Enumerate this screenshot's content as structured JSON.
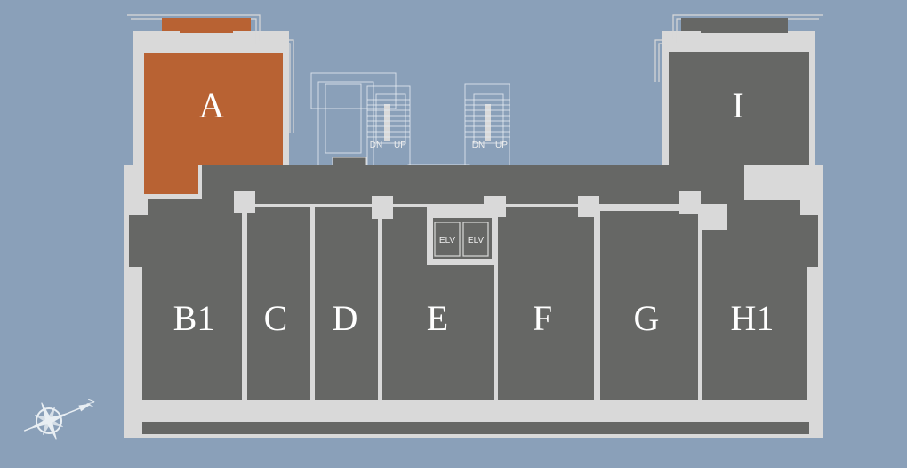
{
  "plan": {
    "selected_unit": "A",
    "units": [
      {
        "id": "A",
        "label": "A"
      },
      {
        "id": "I",
        "label": "I"
      },
      {
        "id": "B1",
        "label": "B1"
      },
      {
        "id": "C",
        "label": "C"
      },
      {
        "id": "D",
        "label": "D"
      },
      {
        "id": "E",
        "label": "E"
      },
      {
        "id": "F",
        "label": "F"
      },
      {
        "id": "G",
        "label": "G"
      },
      {
        "id": "H1",
        "label": "H1"
      }
    ],
    "elevators": [
      "ELV",
      "ELV"
    ],
    "stairs": [
      {
        "down": "DN",
        "up": "UP"
      },
      {
        "down": "DN",
        "up": "UP"
      }
    ],
    "compass_label": "N"
  },
  "colors": {
    "background": "#8aa0b9",
    "unit": "#666765",
    "selected": "#b86233",
    "wall": "#d9d9d9"
  }
}
